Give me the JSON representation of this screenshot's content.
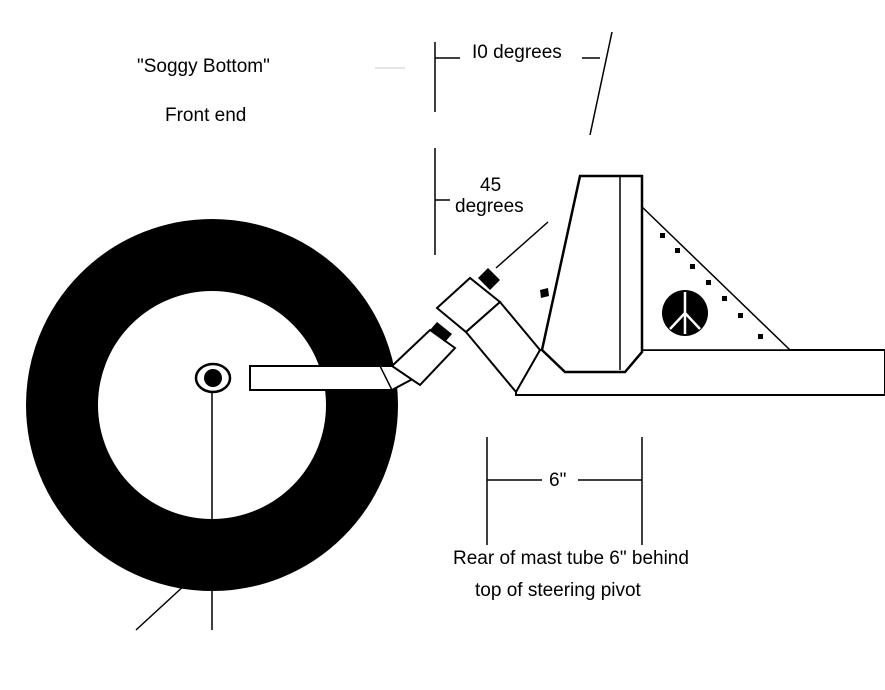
{
  "title": "\"Soggy Bottom\"",
  "subtitle": "Front end",
  "angle_top_label": "I0 degrees",
  "angle_mid_label_1": "45",
  "angle_mid_label_2": "degrees",
  "dimension_label": "6\"",
  "caption_line_1": "Rear of mast tube 6\" behind",
  "caption_line_2": "top of steering pivot",
  "colors": {
    "ink": "#000000",
    "paper": "#ffffff"
  },
  "icons": [
    "peace-symbol-icon",
    "wheel-icon",
    "axle-icon"
  ]
}
